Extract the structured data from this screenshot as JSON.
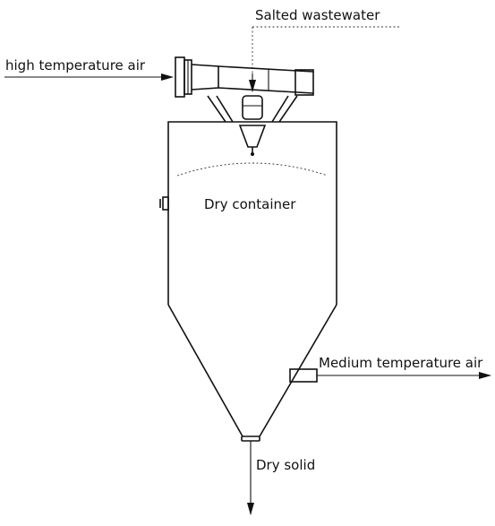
{
  "labels": {
    "salted_wastewater": "Salted wastewater",
    "high_temperature_air": "high temperature air",
    "dry_container": "Dry container",
    "medium_temperature_air": "Medium temperature air",
    "dry_solid": "Dry solid"
  },
  "colors": {
    "line": "#111111",
    "background": "#ffffff"
  }
}
